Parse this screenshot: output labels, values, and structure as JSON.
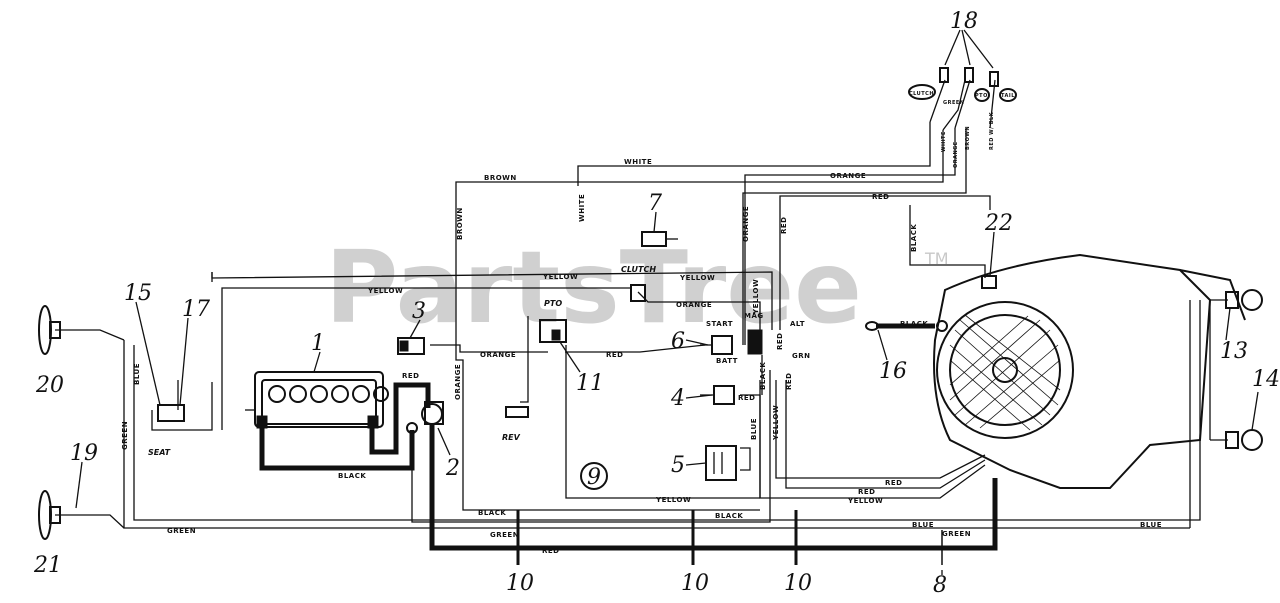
{
  "watermark": {
    "text": "PartsTree",
    "tm": "TM"
  },
  "callouts": {
    "n1": "1",
    "n2": "2",
    "n3": "3",
    "n4": "4",
    "n5": "5",
    "n6": "6",
    "n7": "7",
    "n8": "8",
    "n9": "9",
    "n10": "10",
    "n11": "11",
    "n13": "13",
    "n14": "14",
    "n15": "15",
    "n16": "16",
    "n17": "17",
    "n18": "18",
    "n19": "19",
    "n20": "20",
    "n21": "21",
    "n22": "22"
  },
  "component_labels": {
    "clutch": "CLUTCH",
    "pto": "PTO",
    "rev": "REV",
    "seat": "SEAT",
    "mag": "MAG",
    "start": "START",
    "batt": "BATT",
    "alt": "ALT",
    "grn": "GRN",
    "clutch_switch": "CLUTCH",
    "pto_switch": "PTO",
    "tail": "TAIL"
  },
  "wire_labels": {
    "white": "WHITE",
    "brown": "BROWN",
    "orange": "ORANGE",
    "red": "RED",
    "yellow": "YELLOW",
    "black": "BLACK",
    "green": "GREEN",
    "blue": "BLUE",
    "red_black": "RED W/ BLK"
  }
}
